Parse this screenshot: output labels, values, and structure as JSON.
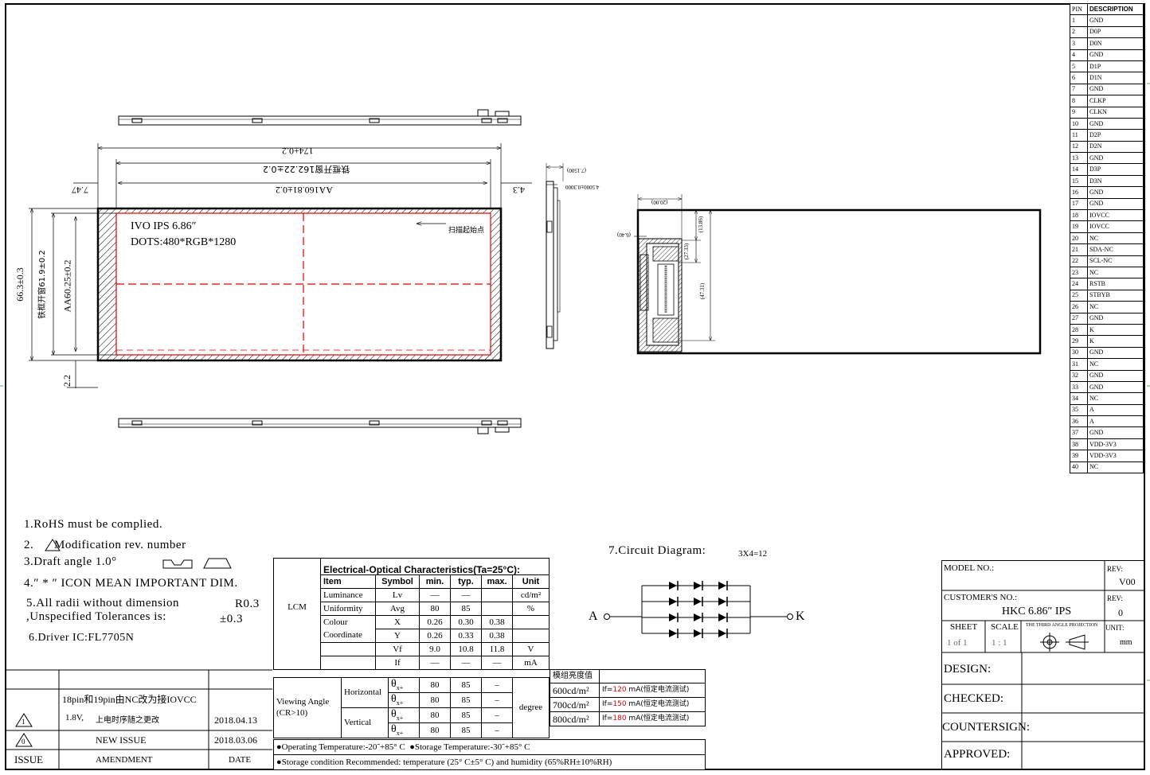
{
  "display_text": {
    "line1": "IVO IPS 6.86″",
    "line2": "DOTS:480*RGB*1280",
    "scan_start": "扫描起始点"
  },
  "dimensions": {
    "overall_width": "174±0.2",
    "bezel_width": "铁框开窗162.22±0.2",
    "aa_width": "AA160.81±0.2",
    "left_margin": "7.47",
    "right_margin": "4.3",
    "overall_height": "66.3±0.3",
    "bezel_height": "铁框开窗61.9±0.2",
    "aa_height": "AA60.25±0.2",
    "bottom_margin": "2.2",
    "side_thickness_1": "(7.1500)",
    "side_thickness_2": "4.5000±0.3000",
    "rear_w": "(20.00)",
    "rear_s": "(6.40)",
    "rear_h1": "(13.86)",
    "rear_h2": "(27.33)",
    "rear_h3": "(47.31)"
  },
  "pin_table": {
    "headers": [
      "PIN",
      "DESCRIPTION"
    ],
    "rows": [
      [
        "1",
        "GND"
      ],
      [
        "2",
        "D0P"
      ],
      [
        "3",
        "D0N"
      ],
      [
        "4",
        "GND"
      ],
      [
        "5",
        "D1P"
      ],
      [
        "6",
        "D1N"
      ],
      [
        "7",
        "GND"
      ],
      [
        "8",
        "CLKP"
      ],
      [
        "9",
        "CLKN"
      ],
      [
        "10",
        "GND"
      ],
      [
        "11",
        "D2P"
      ],
      [
        "12",
        "D2N"
      ],
      [
        "13",
        "GND"
      ],
      [
        "14",
        "D3P"
      ],
      [
        "15",
        "D3N"
      ],
      [
        "16",
        "GND"
      ],
      [
        "17",
        "GND"
      ],
      [
        "18",
        "IOVCC"
      ],
      [
        "19",
        "IOVCC"
      ],
      [
        "20",
        "NC"
      ],
      [
        "21",
        "SDA-NC"
      ],
      [
        "22",
        "SCL-NC"
      ],
      [
        "23",
        "NC"
      ],
      [
        "24",
        "RSTB"
      ],
      [
        "25",
        "STBYB"
      ],
      [
        "26",
        "NC"
      ],
      [
        "27",
        "GND"
      ],
      [
        "28",
        "K"
      ],
      [
        "29",
        "K"
      ],
      [
        "30",
        "GND"
      ],
      [
        "31",
        "NC"
      ],
      [
        "32",
        "GND"
      ],
      [
        "33",
        "GND"
      ],
      [
        "34",
        "NC"
      ],
      [
        "35",
        "A"
      ],
      [
        "36",
        "A"
      ],
      [
        "37",
        "GND"
      ],
      [
        "38",
        "VDD-3V3"
      ],
      [
        "39",
        "VDD-3V3"
      ],
      [
        "40",
        "NC"
      ]
    ]
  },
  "notes": {
    "n1": "1.RoHS must be complied.",
    "n2": "2.",
    "n2b": "Modification rev. number",
    "n3": "3.Draft angle 1.0°",
    "n4": "4.″ * ″ ICON MEAN IMPORTANT DIM.",
    "n5": "5.All radii without dimension",
    "n5b": "R0.3",
    "n5c": ",Unspecified Tolerances is:",
    "n5d": "±0.3",
    "n6": "6.Driver IC:FL7705N"
  },
  "circuit": {
    "title": "7.Circuit Diagram:",
    "config": "3X4=12",
    "a": "A",
    "k": "K"
  },
  "eo": {
    "title": "Electrical-Optical  Characteristics(Ta=25°C):",
    "lcm": "LCM",
    "headers": [
      "Item",
      "Symbol",
      "min.",
      "typ.",
      "max.",
      "Unit"
    ],
    "luminance": [
      "Luminance",
      "Lv",
      "—",
      "—",
      "cd/m²"
    ],
    "uniformity": [
      "Uniformity",
      "Avg",
      "80",
      "85",
      "%"
    ],
    "colour": [
      "Colour",
      "X",
      "0.26",
      "0.30",
      "0.38"
    ],
    "coordinate": [
      "Coordinate",
      "Y",
      "0.26",
      "0.33",
      "0.38"
    ],
    "vf": [
      "Vf",
      "9.0",
      "10.8",
      "11.8",
      "V"
    ],
    "if": [
      "If",
      "—",
      "—",
      "—",
      "mA"
    ],
    "viewing": "Viewing Angle",
    "cr": "(CR>10)",
    "horizontal": "Horizontal",
    "vertical": "Vertical",
    "theta": "θ",
    "theta_sub": "x+",
    "view_rows": [
      [
        "80",
        "85",
        "–"
      ],
      [
        "80",
        "85",
        "–"
      ],
      [
        "80",
        "85",
        "–"
      ],
      [
        "80",
        "85",
        "–"
      ]
    ],
    "degree": "degree",
    "lum_header": "模组亮度值",
    "lum_rows": [
      {
        "cd": "600cd/m²",
        "pre": "If=",
        "val": "120",
        "post": " mA(恒定电流测试)"
      },
      {
        "cd": "700cd/m²",
        "pre": "If=",
        "val": "150",
        "post": " mA(恒定电流测试)"
      },
      {
        "cd": "800cd/m²",
        "pre": "If=",
        "val": "180",
        "post": " mA(恒定电流测试)"
      }
    ],
    "op_temp": "Operating Temperature:-20˜+85° C",
    "st_temp": "Storage Temperature:-30˜+85° C",
    "storage_cond": "Storage condition Recommended:   temperature (25° C±5° C) and humidity (65%RH±10%RH)"
  },
  "revision": {
    "r1_line1": "18pin和19pin由NC改为接IOVCC",
    "r1_line2": "1.8V,",
    "r1_line3": "上电时序随之更改",
    "r1_date": "2018.04.13",
    "r1_mark": "1",
    "r0_text": "NEW ISSUE",
    "r0_date": "2018.03.06",
    "r0_mark": "0",
    "h_issue": "ISSUE",
    "h_amend": "AMENDMENT",
    "h_date": "DATE"
  },
  "title_block": {
    "model_label": "MODEL NO.:",
    "rev_label": "REV:",
    "rev1": "V00",
    "customer_label": "CUSTOMER'S NO.:",
    "customer_value": "HKC 6.86″ IPS",
    "rev2_label": "REV:",
    "rev2": "0",
    "sheet_label": "SHEET",
    "sheet_value": "1 of 1",
    "scale_label": "SCALE",
    "scale_value": "1 : 1",
    "projection": "THE THIRD ANGLE PROJECTION",
    "unit_label": "UNIT:",
    "unit_value": "mm",
    "design": "DESIGN:",
    "checked": "CHECKED:",
    "countersign": "COUNTERSIGN:",
    "approved": "APPROVED:"
  }
}
